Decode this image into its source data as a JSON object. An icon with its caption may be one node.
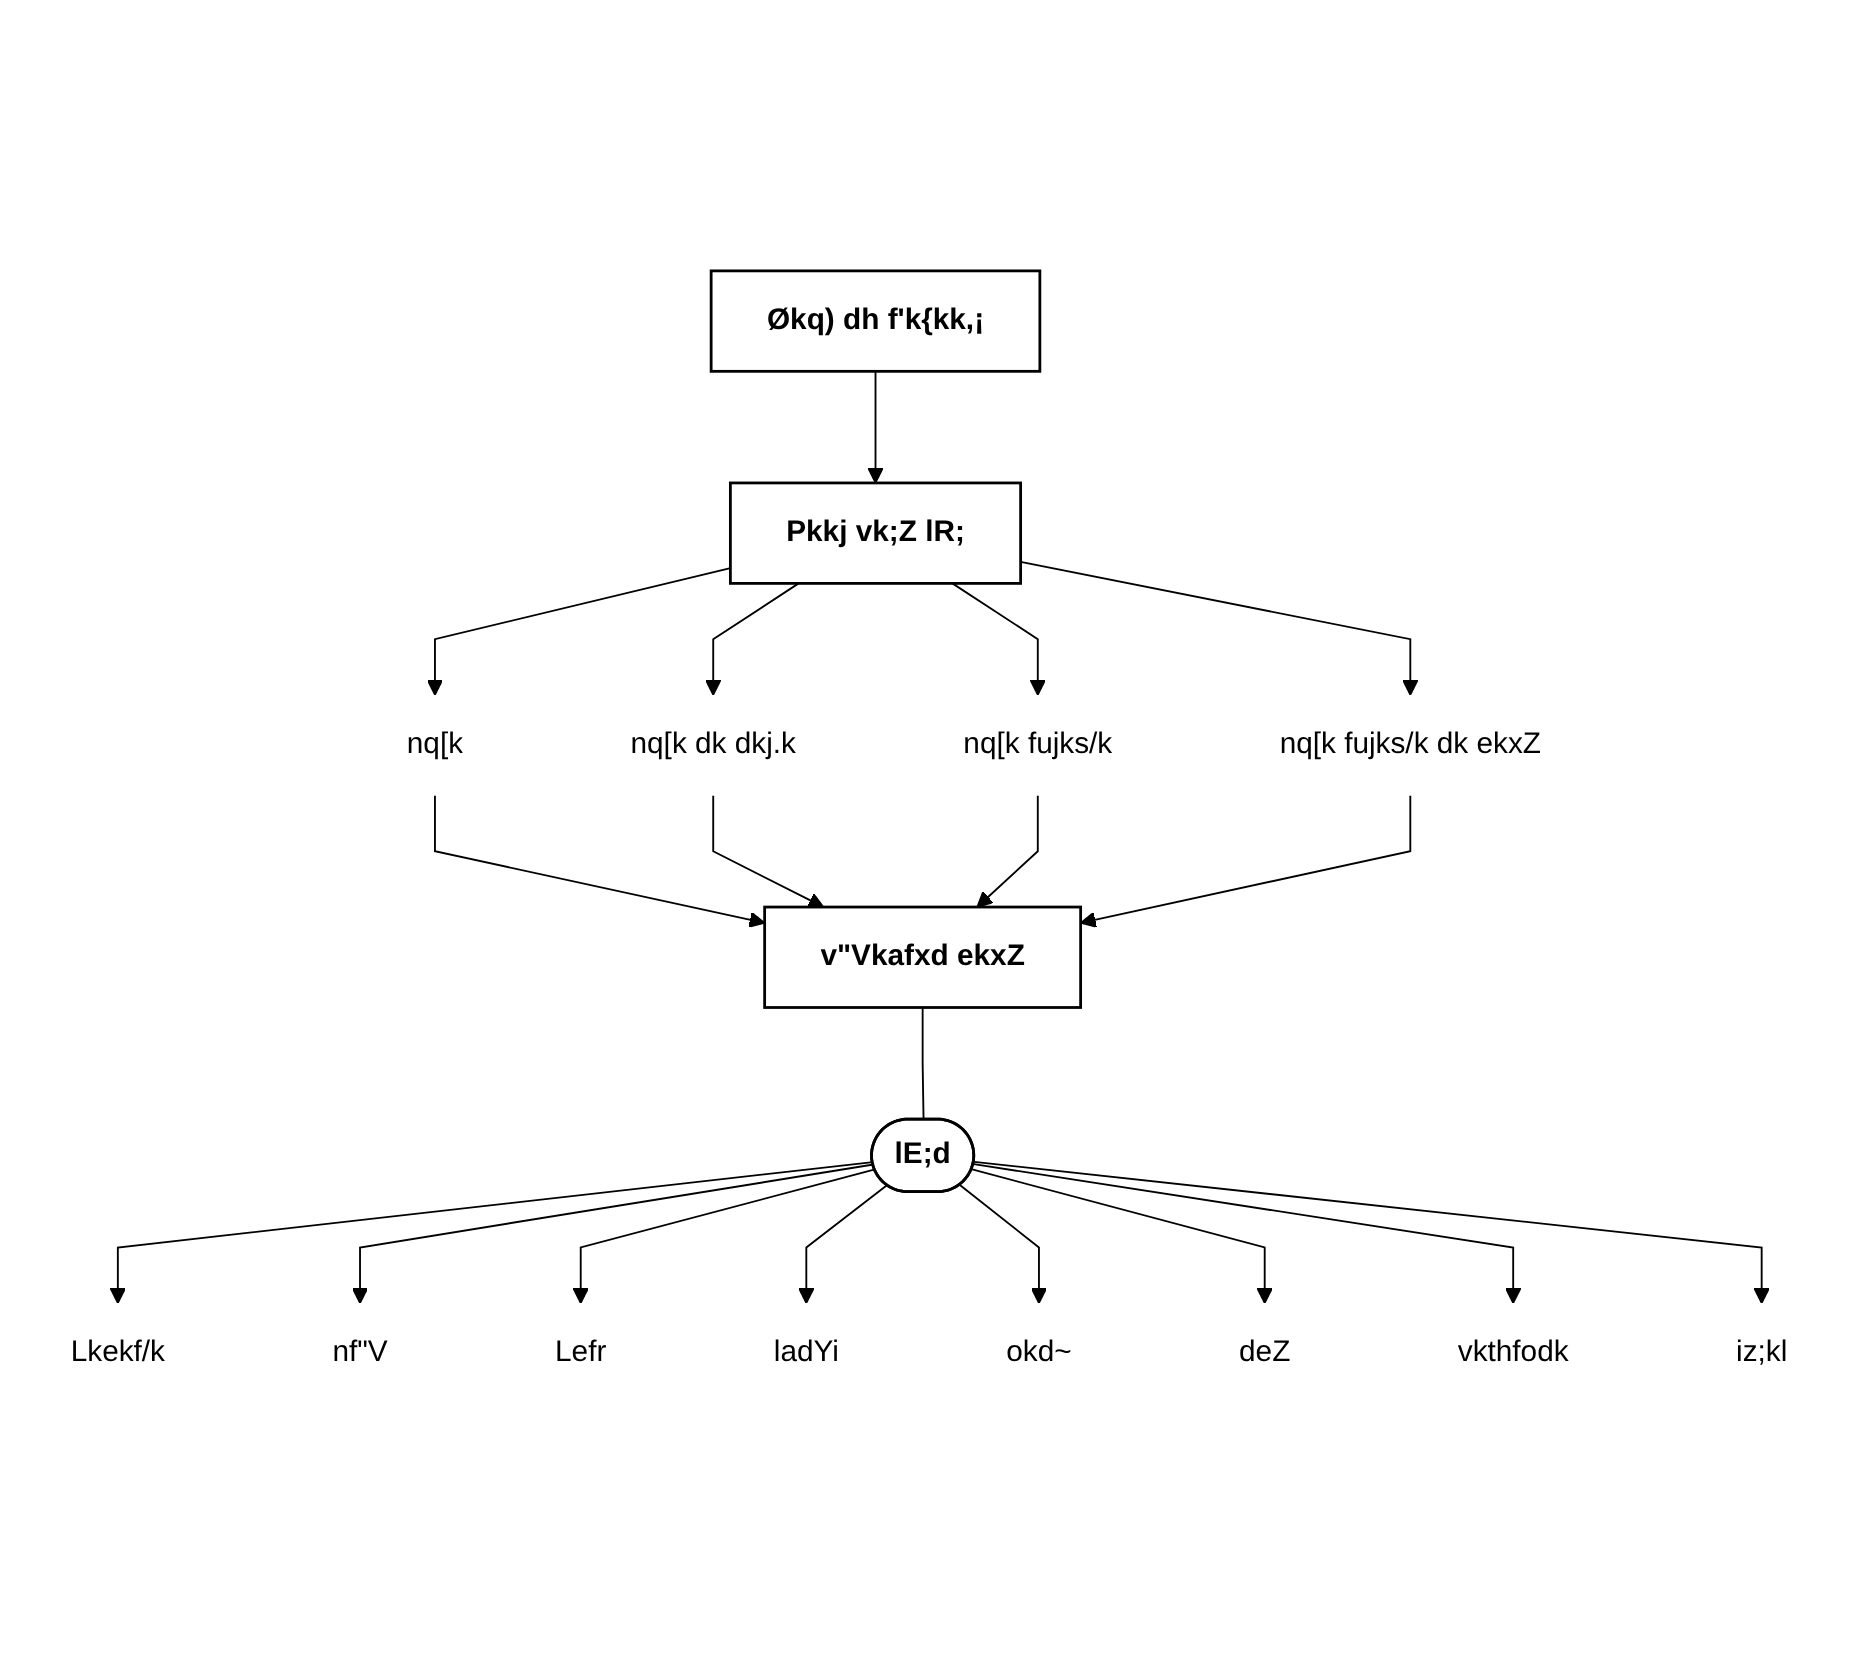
{
  "diagram": {
    "nodes": [
      {
        "text": [
          "Økq) dh f'k{kk,¡"
        ]
      },
      {
        "text": [
          "Pkkj vk;Z lR;"
        ]
      },
      {
        "text": [
          "nq[k"
        ]
      },
      {
        "text": [
          "nq[k dk dkj.k"
        ]
      },
      {
        "text": [
          "nq[k fujks/k"
        ]
      },
      {
        "text": [
          "nq[k fujks/k dk ekxZ"
        ]
      },
      {
        "text": [
          "v\"Vkafxd ekxZ"
        ]
      },
      {
        "text": [
          "lE;d"
        ]
      },
      {
        "text": [
          "Lkekf/k"
        ]
      },
      {
        "text": [
          "nf\"V"
        ]
      },
      {
        "text": [
          "Lefr"
        ]
      },
      {
        "text": [
          "ladYi"
        ]
      },
      {
        "text": [
          "okd~"
        ]
      },
      {
        "text": [
          "deZ"
        ]
      },
      {
        "text": [
          "vkthfodk"
        ]
      },
      {
        "text": [
          "iz;kl"
        ]
      }
    ],
    "edges": [
      {
        "from": 0,
        "to": 1,
        "arrow": "to"
      },
      {
        "from": 1,
        "to": 2,
        "arrow": "to"
      },
      {
        "from": 1,
        "to": 3,
        "arrow": "to"
      },
      {
        "from": 1,
        "to": 4,
        "arrow": "to"
      },
      {
        "from": 1,
        "to": 5,
        "arrow": "to"
      },
      {
        "from": 2,
        "to": 6,
        "arrow": "to"
      },
      {
        "from": 3,
        "to": 6,
        "arrow": "to"
      },
      {
        "from": 4,
        "to": 6,
        "arrow": "to"
      },
      {
        "from": 5,
        "to": 6,
        "arrow": "to"
      },
      {
        "from": 6,
        "to": 7,
        "arrow": "none"
      },
      {
        "from": 7,
        "to": 8,
        "arrow": "to"
      },
      {
        "from": 7,
        "to": 9,
        "arrow": "to"
      },
      {
        "from": 7,
        "to": 10,
        "arrow": "to"
      },
      {
        "from": 7,
        "to": 11,
        "arrow": "to"
      },
      {
        "from": 7,
        "to": 12,
        "arrow": "to"
      },
      {
        "from": 7,
        "to": 13,
        "arrow": "to"
      },
      {
        "from": 7,
        "to": 14,
        "arrow": "to"
      },
      {
        "from": 7,
        "to": 15,
        "arrow": "to"
      }
    ]
  }
}
